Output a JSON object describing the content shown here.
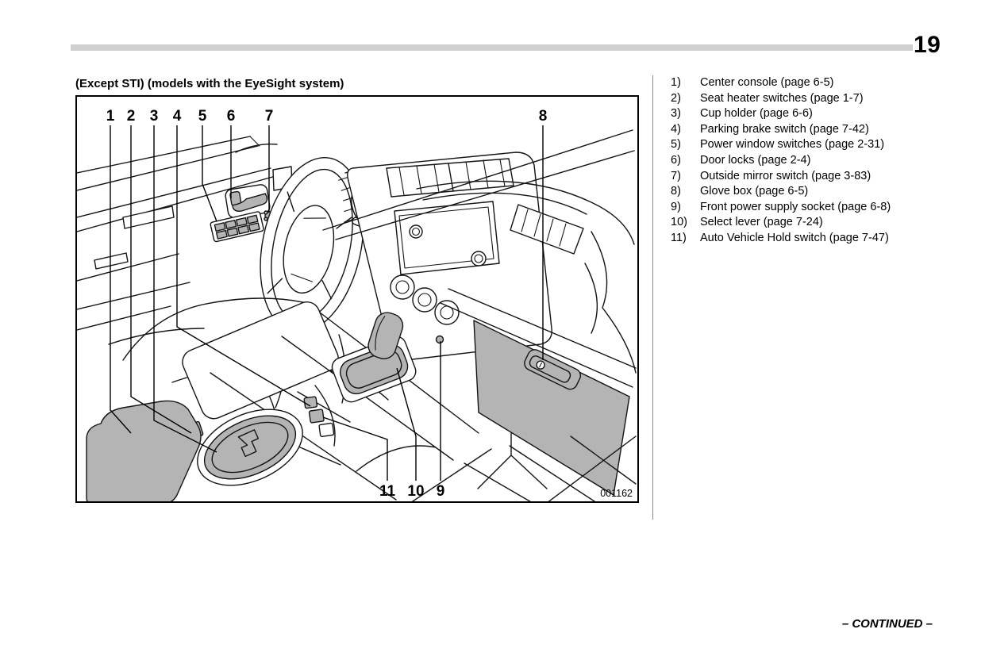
{
  "page": {
    "number": "19",
    "continued": "– CONTINUED –"
  },
  "figure": {
    "caption": "(Except STI) (models with the EyeSight system)",
    "figure_id": "001162",
    "callouts_top": [
      "1",
      "2",
      "3",
      "4",
      "5",
      "6",
      "7",
      "8"
    ],
    "callouts_bottom": [
      "11",
      "10",
      "9"
    ]
  },
  "legend": {
    "items": [
      {
        "num": "1)",
        "label": "Center console (page 6-5)"
      },
      {
        "num": "2)",
        "label": "Seat heater switches (page 1-7)"
      },
      {
        "num": "3)",
        "label": "Cup holder (page 6-6)"
      },
      {
        "num": "4)",
        "label": "Parking brake switch (page 7-42)"
      },
      {
        "num": "5)",
        "label": "Power window switches (page 2-31)"
      },
      {
        "num": "6)",
        "label": "Door locks (page 2-4)"
      },
      {
        "num": "7)",
        "label": "Outside mirror switch (page 3-83)"
      },
      {
        "num": "8)",
        "label": "Glove box (page 6-5)"
      },
      {
        "num": "9)",
        "label": "Front power supply socket (page 6-8)"
      },
      {
        "num": "10)",
        "label": "Select lever (page 7-24)"
      },
      {
        "num": "11)",
        "label": "Auto Vehicle Hold switch (page 7-47)"
      }
    ]
  },
  "colors": {
    "bar_gray": "#cfcfcf",
    "shade": "#b4b4b4",
    "ink": "#141414"
  }
}
